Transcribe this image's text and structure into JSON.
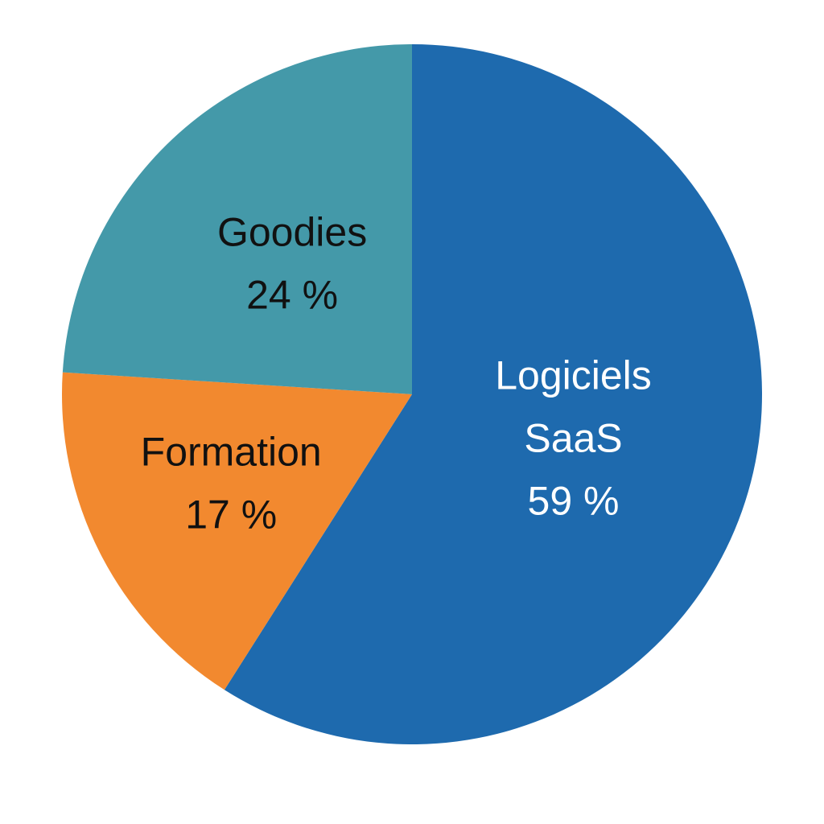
{
  "chart_data": {
    "type": "pie",
    "title": "",
    "slices": [
      {
        "label_lines": [
          "Logiciels",
          "SaaS"
        ],
        "value": 59,
        "value_label": "59 %",
        "color": "#1E6AAE",
        "text_color": "#FFFFFF"
      },
      {
        "label_lines": [
          "Formation"
        ],
        "value": 17,
        "value_label": "17 %",
        "color": "#F2892F",
        "text_color": "#111111"
      },
      {
        "label_lines": [
          "Goodies"
        ],
        "value": 24,
        "value_label": "24 %",
        "color": "#4499A9",
        "text_color": "#111111"
      }
    ],
    "start": "12 o'clock",
    "direction": "clockwise",
    "legend": "none",
    "labels_inside": true
  }
}
